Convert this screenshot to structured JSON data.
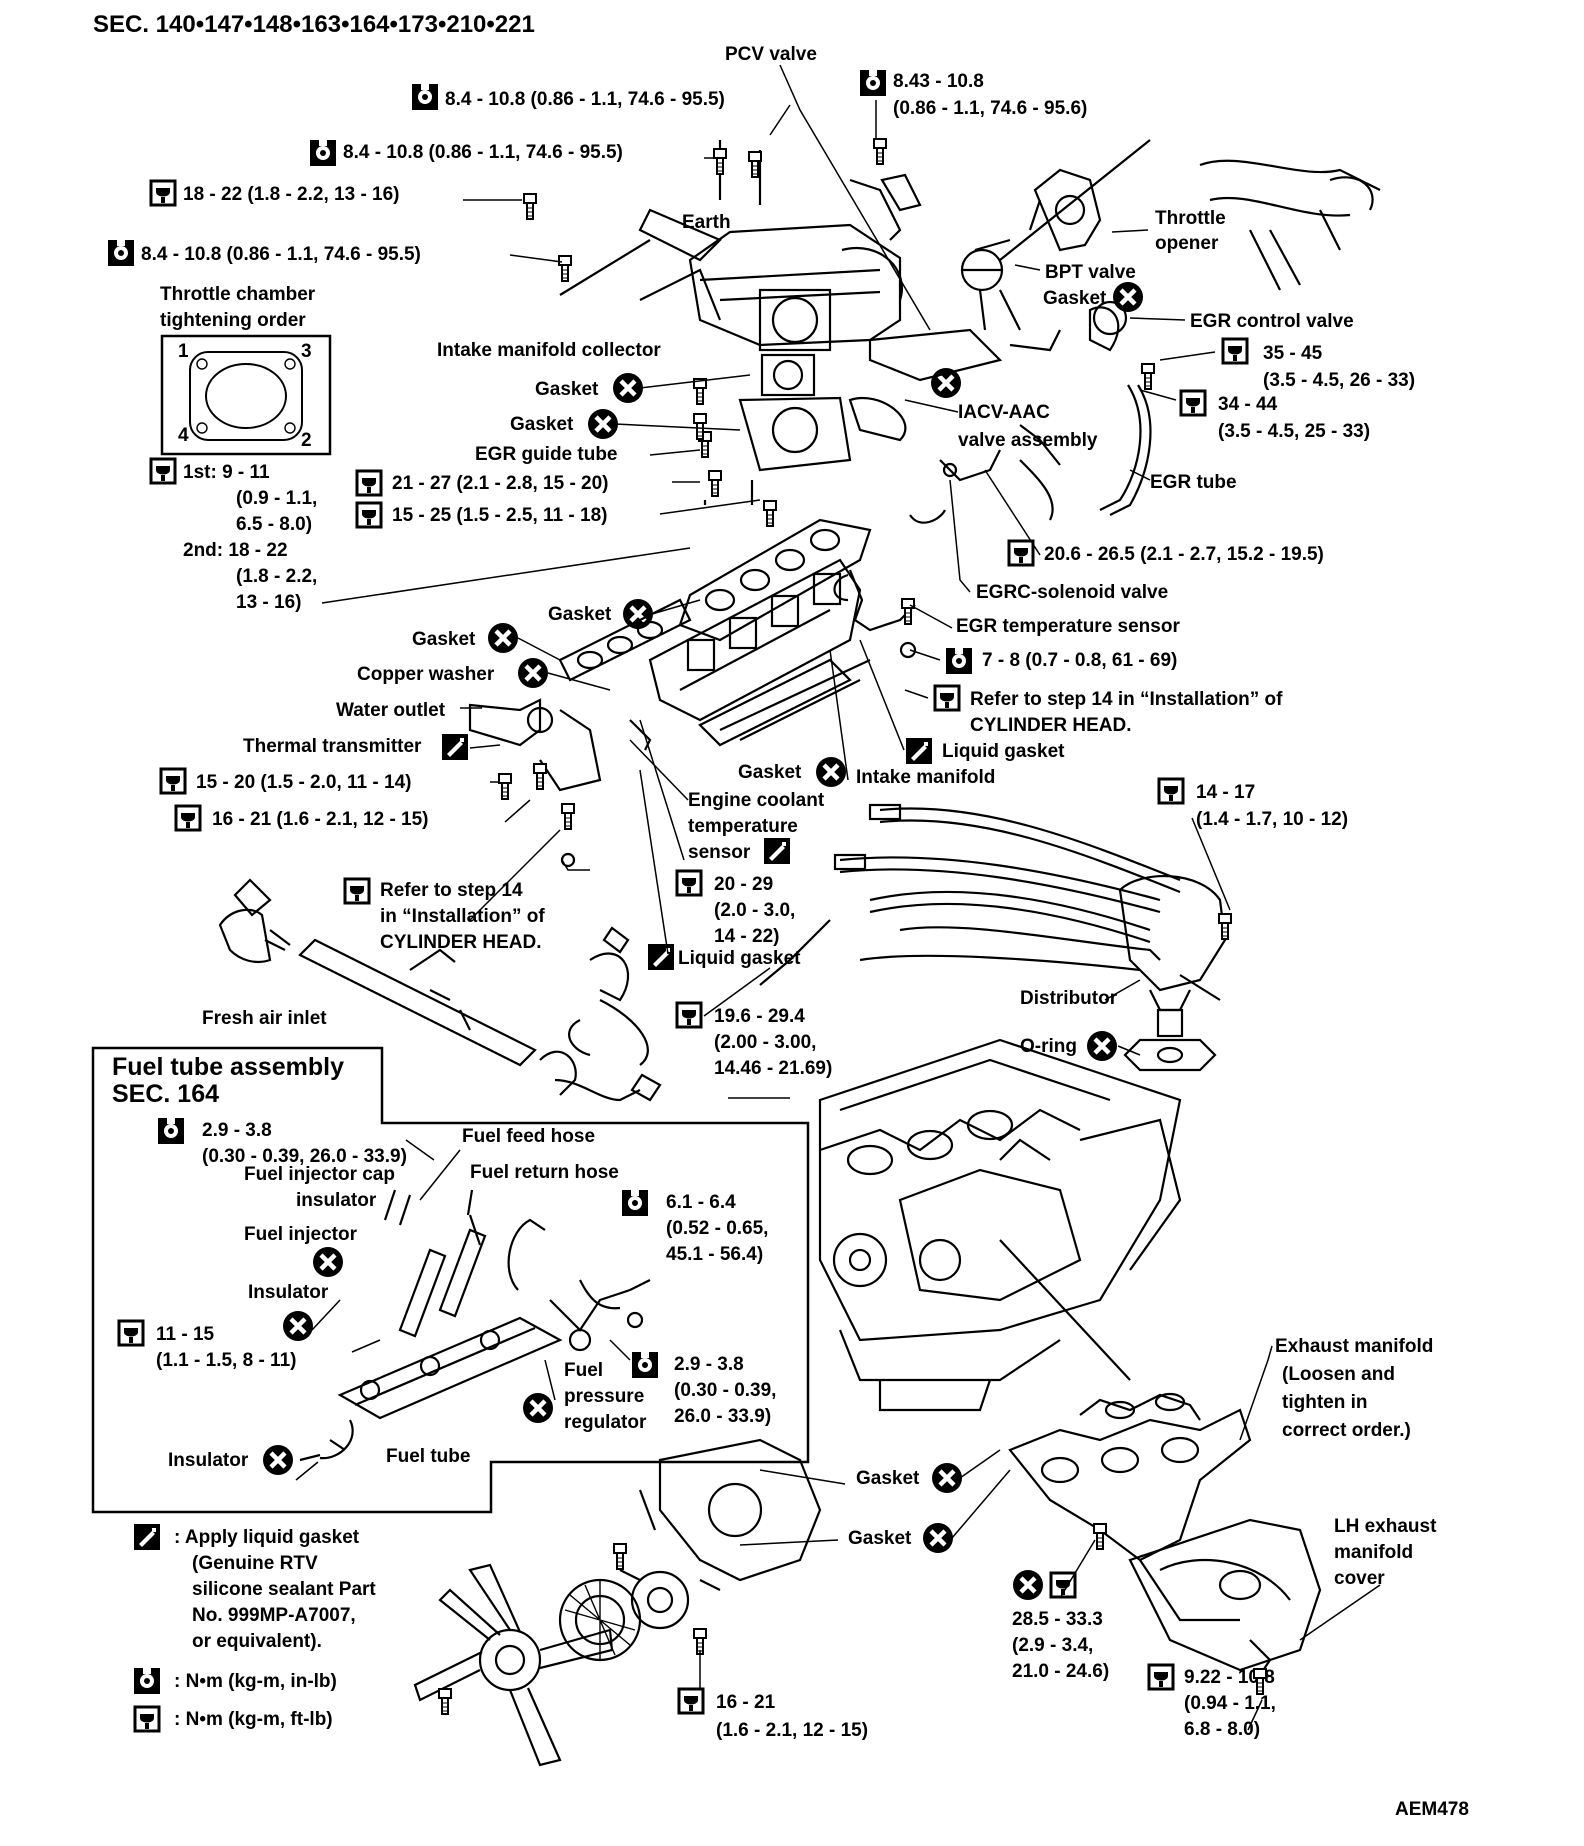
{
  "section_title": "SEC. 140•147•148•163•164•173•210•221",
  "figure_id": "AEM478",
  "labels": {
    "pcv_valve": "PCV valve",
    "earth": "Earth",
    "throttle_opener_1": "Throttle",
    "throttle_opener_2": "opener",
    "bpt_valve": "BPT valve",
    "gasket_bpt": "Gasket",
    "egr_control_valve": "EGR control valve",
    "throttle_chamber_1": "Throttle chamber",
    "throttle_chamber_2": "tightening order",
    "intake_manifold_collector": "Intake manifold collector",
    "gasket_1": "Gasket",
    "gasket_2": "Gasket",
    "egr_guide_tube": "EGR guide tube",
    "iacv_aac_1": "IACV-AAC",
    "iacv_aac_2": "valve assembly",
    "egr_tube": "EGR tube",
    "egrc_solenoid": "EGRC-solenoid valve",
    "egr_temp_sensor": "EGR temperature sensor",
    "gasket_3": "Gasket",
    "gasket_4": "Gasket",
    "copper_washer": "Copper washer",
    "water_outlet": "Water outlet",
    "thermal_transmitter": "Thermal transmitter",
    "refer_step_1": "Refer to step 14 in “Installation” of",
    "refer_step_2": "CYLINDER HEAD.",
    "liquid_gasket_1": "Liquid gasket",
    "gasket_5": "Gasket",
    "intake_manifold": "Intake manifold",
    "coolant_1": "Engine coolant",
    "coolant_2": "temperature",
    "coolant_3": "sensor",
    "refer2_1": "Refer to step 14",
    "refer2_2": "in “Installation” of",
    "refer2_3": "CYLINDER HEAD.",
    "liquid_gasket_2": "Liquid gasket",
    "fresh_air_inlet": "Fresh air inlet",
    "distributor": "Distributor",
    "o_ring": "O-ring",
    "exhaust_manifold_1": "Exhaust manifold",
    "exhaust_manifold_2": "(Loosen and",
    "exhaust_manifold_3": "tighten in",
    "exhaust_manifold_4": "correct order.)",
    "lh_cover_1": "LH exhaust",
    "lh_cover_2": "manifold",
    "lh_cover_3": "cover",
    "gasket_6": "Gasket",
    "gasket_7": "Gasket"
  },
  "torques": {
    "t1": "8.4 - 10.8 (0.86 - 1.1, 74.6 - 95.5)",
    "t2a": "8.43 - 10.8",
    "t2b": "(0.86 - 1.1, 74.6 - 95.6)",
    "t3": "8.4 - 10.8 (0.86 - 1.1, 74.6 - 95.5)",
    "t4": "18 - 22 (1.8 - 2.2, 13 - 16)",
    "t5": "8.4 - 10.8 (0.86 - 1.1, 74.6 - 95.5)",
    "t6a": "35 - 45",
    "t6b": "(3.5 - 4.5, 26 - 33)",
    "t7a": "34 - 44",
    "t7b": "(3.5 - 4.5, 25 - 33)",
    "t8a": "1st: 9 - 11",
    "t8b": "(0.9 - 1.1,",
    "t8c": "6.5 - 8.0)",
    "t8d": "2nd: 18 - 22",
    "t8e": "(1.8 - 2.2,",
    "t8f": "13 - 16)",
    "t9": "21 - 27 (2.1 - 2.8, 15 - 20)",
    "t10": "15 - 25 (1.5 - 2.5, 11 - 18)",
    "t11": "20.6 - 26.5 (2.1 - 2.7, 15.2 - 19.5)",
    "t12": "7 - 8 (0.7 - 0.8, 61 - 69)",
    "t13": "15 - 20 (1.5 - 2.0, 11 - 14)",
    "t14": "16 - 21 (1.6 - 2.1, 12 - 15)",
    "t15a": "14 - 17",
    "t15b": "(1.4 - 1.7, 10 - 12)",
    "t16a": "20 - 29",
    "t16b": "(2.0 - 3.0,",
    "t16c": "14 - 22)",
    "t17a": "19.6 - 29.4",
    "t17b": "(2.00 - 3.00,",
    "t17c": "14.46 - 21.69)",
    "t18a": "16 - 21",
    "t18b": "(1.6 - 2.1, 12 - 15)",
    "t19a": "28.5 - 33.3",
    "t19b": "(2.9 - 3.4,",
    "t19c": "21.0 - 24.6)",
    "t20a": "9.22 - 10.8",
    "t20b": "(0.94 - 1.1,",
    "t20c": "6.8 - 8.0)"
  },
  "fuel_box": {
    "title_1": "Fuel tube assembly",
    "title_2": "SEC. 164",
    "t_a": "2.9 - 3.8",
    "t_b": "(0.30 - 0.39, 26.0 - 33.9)",
    "fuel_feed_hose": "Fuel feed hose",
    "injector_cap_1": "Fuel injector cap",
    "injector_cap_2": "insulator",
    "fuel_return_hose": "Fuel return hose",
    "f_t2a": "6.1 - 6.4",
    "f_t2b": "(0.52 - 0.65,",
    "f_t2c": "45.1 - 56.4)",
    "fuel_injector": "Fuel injector",
    "insulator_1": "Insulator",
    "f_t3a": "11 - 15",
    "f_t3b": "(1.1 - 1.5, 8 - 11)",
    "fuel_pr_1": "Fuel",
    "fuel_pr_2": "pressure",
    "fuel_pr_3": "regulator",
    "f_t4a": "2.9 - 3.8",
    "f_t4b": "(0.30 - 0.39,",
    "f_t4c": "26.0 - 33.9)",
    "insulator_2": "Insulator",
    "fuel_tube": "Fuel tube"
  },
  "legend": {
    "apply_1": ": Apply liquid gasket",
    "apply_2": "(Genuine RTV",
    "apply_3": "silicone sealant Part",
    "apply_4": "No. 999MP-A7007,",
    "apply_5": "or equivalent).",
    "nm_inlb": ": N•m (kg-m, in-lb)",
    "nm_ftlb": ": N•m (kg-m, ft-lb)"
  },
  "tightening_order": [
    "1",
    "3",
    "4",
    "2"
  ]
}
